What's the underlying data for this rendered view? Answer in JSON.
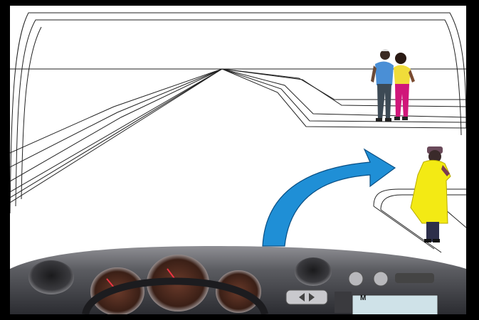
{
  "scene": {
    "kind": "driver-view-illustration",
    "elements": [
      "road",
      "windshield-frame",
      "pedestrian-couple",
      "pedestrian-raincoat",
      "turn-arrow",
      "dashboard"
    ]
  },
  "arrow": {
    "direction": "right-turn",
    "color": "#1f8fd6"
  },
  "dashboard": {
    "mode_label": "M"
  },
  "colors": {
    "frame": "#000000",
    "line": "#222222",
    "arrow": "#1f8fd6",
    "raincoat": "#f3ea14",
    "shirt_blue": "#4a8fd6",
    "pants_magenta": "#d0177a",
    "top_yellow": "#f0dc3a"
  }
}
